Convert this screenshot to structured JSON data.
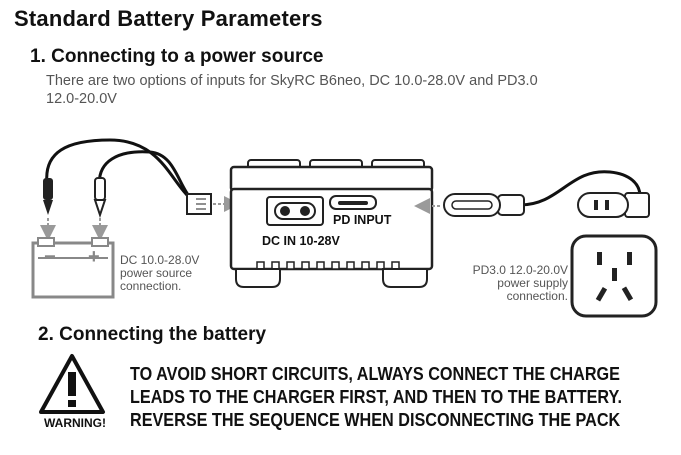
{
  "page": {
    "title": "Standard Battery Parameters",
    "section1": {
      "heading": "1. Connecting to a power source",
      "intro_line1": "There are two options of inputs for SkyRC B6neo, DC 10.0-28.0V and PD3.0",
      "intro_line2": "12.0-20.0V"
    },
    "diagram": {
      "dc_caption_line1": "DC 10.0-28.0V",
      "dc_caption_line2": "power source",
      "dc_caption_line3": "connection.",
      "port_pd_label": "PD INPUT",
      "port_dc_label": "DC IN 10-28V",
      "pd_caption_line1": "PD3.0 12.0-20.0V",
      "pd_caption_line2": "power supply",
      "pd_caption_line3": "connection.",
      "battery_minus": "−",
      "battery_plus": "+"
    },
    "section2": {
      "heading": "2. Connecting the battery",
      "warning_label": "WARNING!",
      "warning_line1": "TO AVOID SHORT CIRCUITS, ALWAYS CONNECT THE CHARGE",
      "warning_line2": "LEADS TO THE CHARGER FIRST, AND THEN TO THE BATTERY.",
      "warning_line3": "REVERSE THE SEQUENCE WHEN DISCONNECTING THE PACK"
    },
    "icons": {
      "warning": "warning-triangle-icon",
      "battery": "battery-icon",
      "charger": "charger-device-icon",
      "usb_c": "usb-c-plug-icon",
      "wall_outlet": "wall-outlet-icon",
      "ac_plug": "ac-plug-icon",
      "alligator_clips": "alligator-clip-icon"
    },
    "colors": {
      "text": "#111111",
      "grey_text": "#555555",
      "arrow": "#9a9a9a"
    }
  }
}
